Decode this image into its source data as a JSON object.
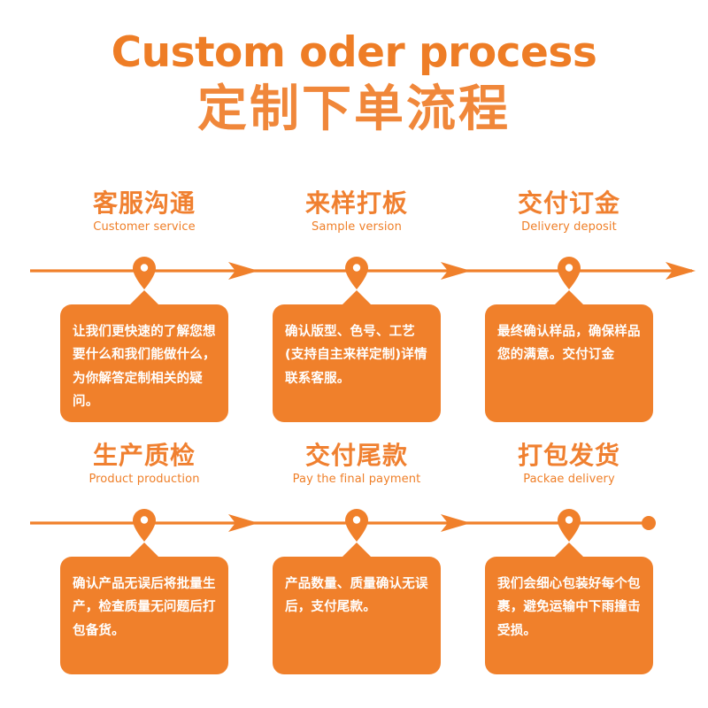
{
  "header": {
    "title_en": "Custom oder process",
    "title_cn": "定制下单流程"
  },
  "colors": {
    "brand_orange": "#F0802B",
    "title_orange": "#EE7D26",
    "heading_orange": "#F08030",
    "box_fill": "#F0802B",
    "box_text": "#ffffff",
    "background": "#ffffff"
  },
  "rows": [
    {
      "row_name": "row-1",
      "line_end": "arrow",
      "steps": [
        {
          "index": 1,
          "heading_cn": "客服沟通",
          "heading_en": "Customer service",
          "marker": "map-pin-icon",
          "body": "让我们更快速的了解您想要什么和我们能做什么，为你解答定制相关的疑问。"
        },
        {
          "index": 2,
          "heading_cn": "来样打板",
          "heading_en": "Sample version",
          "marker": "map-pin-icon",
          "body": "确认版型、色号、工艺(支持自主来样定制)详情联系客服。"
        },
        {
          "index": 3,
          "heading_cn": "交付订金",
          "heading_en": "Delivery deposit",
          "marker": "map-pin-icon",
          "body": "最终确认样品，确保样品您的满意。交付订金"
        }
      ]
    },
    {
      "row_name": "row-2",
      "line_end": "dot",
      "steps": [
        {
          "index": 4,
          "heading_cn": "生产质检",
          "heading_en": "Product production",
          "marker": "map-pin-icon",
          "body": "确认产品无误后将批量生产，检查质量无问题后打包备货。"
        },
        {
          "index": 5,
          "heading_cn": "交付尾款",
          "heading_en": "Pay the final payment",
          "marker": "map-pin-icon",
          "body": "产品数量、质量确认无误后，支付尾款。"
        },
        {
          "index": 6,
          "heading_cn": "打包发货",
          "heading_en": "Packae delivery",
          "marker": "map-pin-icon",
          "body": "我们会细心包装好每个包裹，避免运输中下雨撞击受损。"
        }
      ]
    }
  ]
}
